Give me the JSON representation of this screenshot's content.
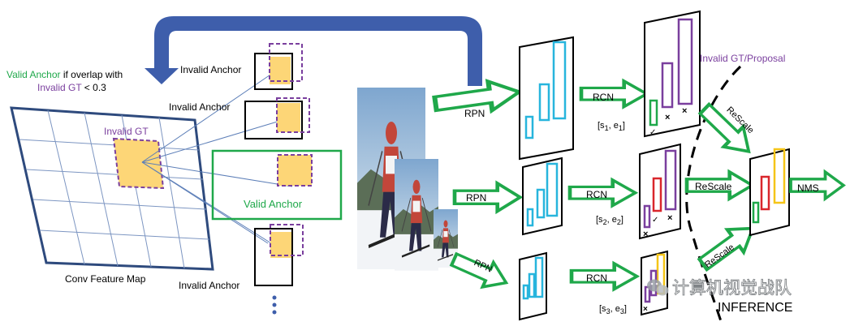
{
  "colors": {
    "green": "#1fa84a",
    "purple": "#7a3f9e",
    "cyan": "#27b5dd",
    "red": "#d9262c",
    "yellow": "#f5c518",
    "orange_fill": "#fdd677",
    "blue_arrow": "#3e5eab",
    "grid_blue": "#2e4a7d"
  },
  "left_panel": {
    "caption_valid": "Valid Anchor",
    "caption_rest1": " if overlap with",
    "caption_invalid": "Invalid GT",
    "caption_rest2": " < 0.3",
    "invalid_gt_label": "Invalid GT",
    "feature_map_label": "Conv Feature Map",
    "anchors": [
      {
        "label": "Invalid Anchor"
      },
      {
        "label": "Invalid Anchor"
      },
      {
        "label": "Valid Anchor"
      },
      {
        "label": "Invalid Anchor"
      }
    ]
  },
  "pipeline": {
    "rpn_label": "RPN",
    "rcn_label": "RCN",
    "rescale_label": "ReScale",
    "nms_label": "NMS",
    "invalid_proposal_label": "Invalid GT/Proposal",
    "inference_label": "INFERENCE",
    "ranges": [
      {
        "prefix": "[s",
        "sub1": "1",
        "mid": ", e",
        "sub2": "1",
        "suffix": "]"
      },
      {
        "prefix": "[s",
        "sub1": "2",
        "mid": ", e",
        "sub2": "2",
        "suffix": "]"
      },
      {
        "prefix": "[s",
        "sub1": "3",
        "mid": ", e",
        "sub2": "3",
        "suffix": "]"
      }
    ]
  },
  "watermark": {
    "text": "计算机视觉战队",
    "icon": "wechat-icon"
  }
}
